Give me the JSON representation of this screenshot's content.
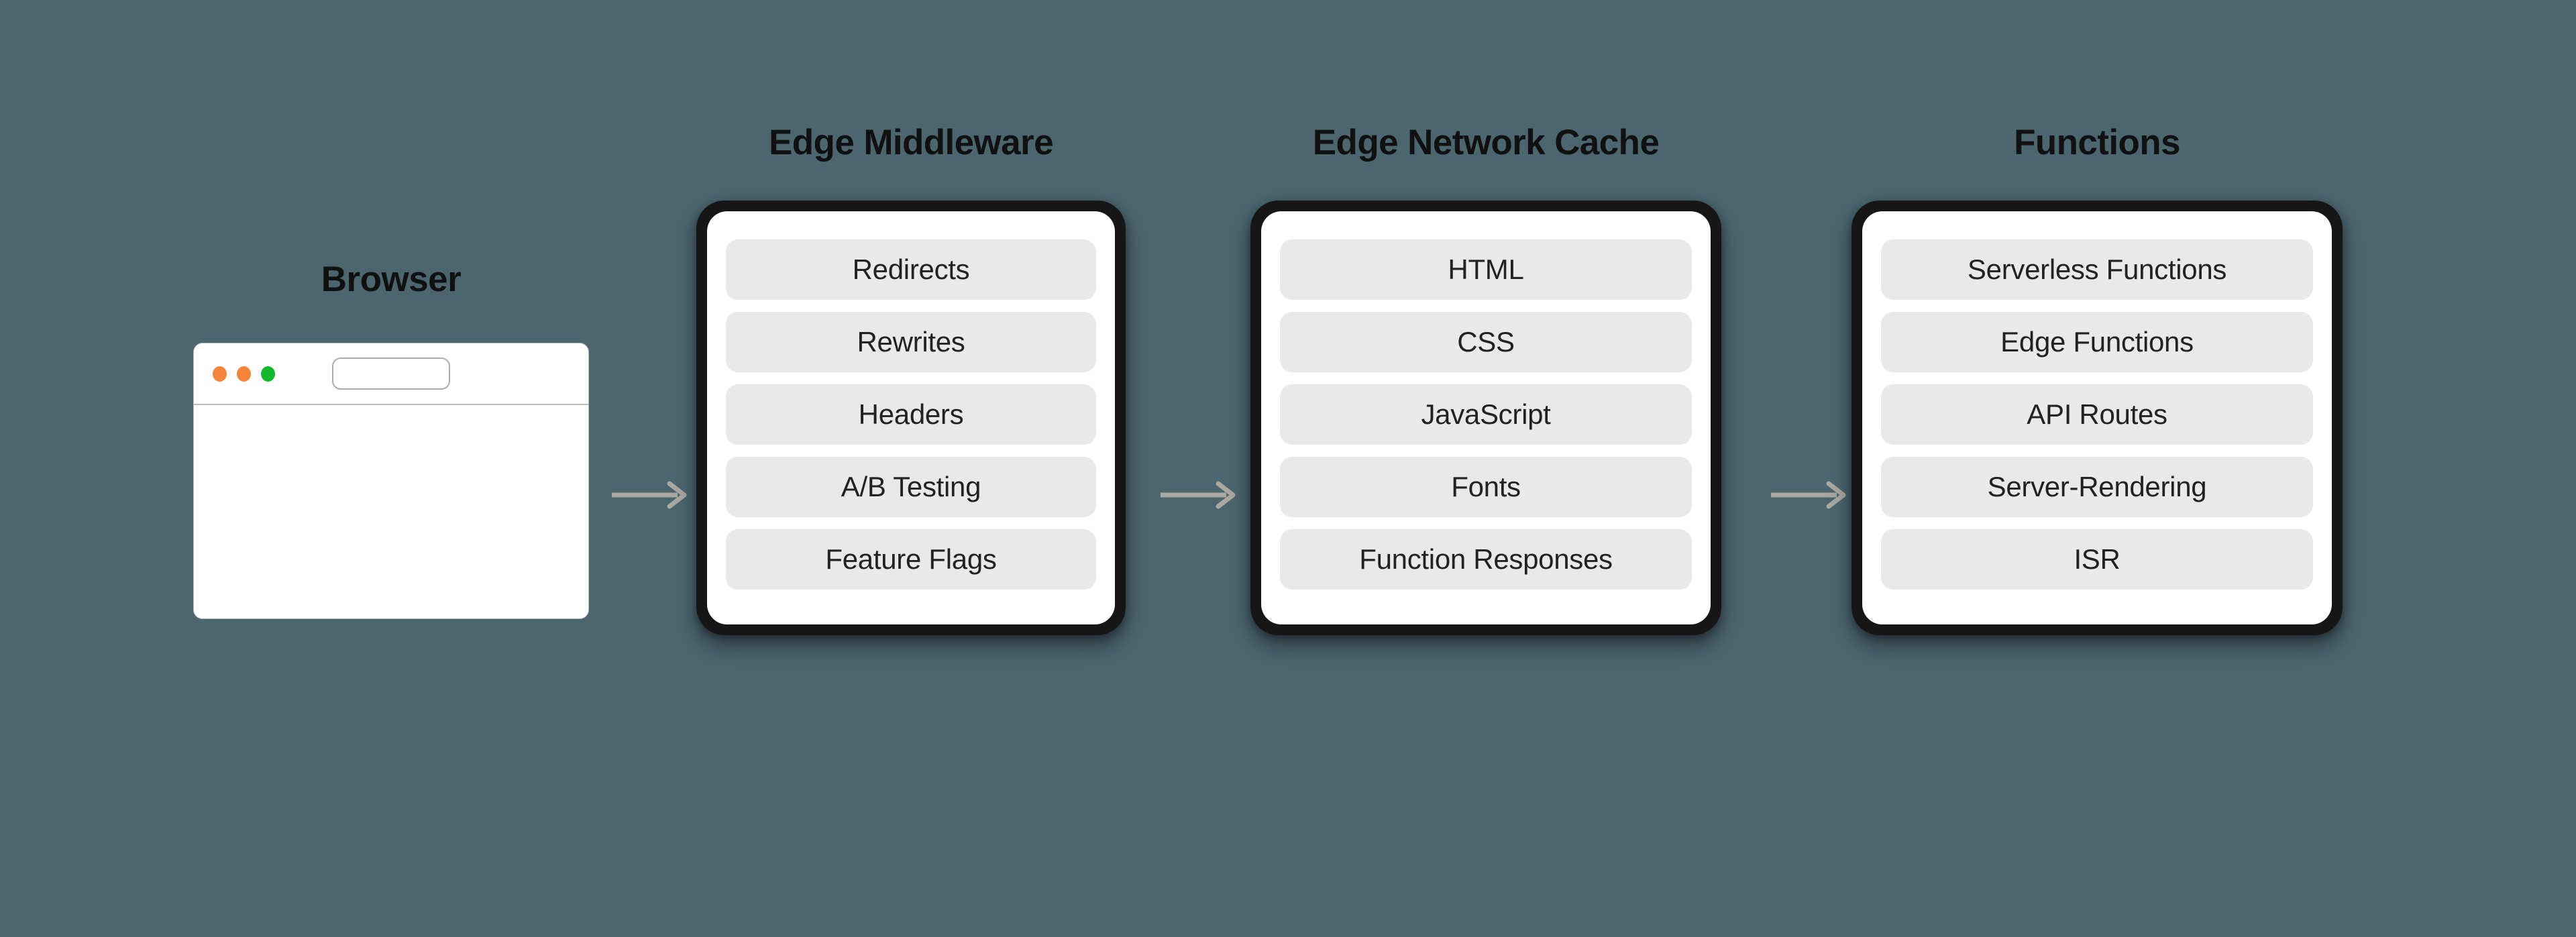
{
  "theme": {
    "background": "#4c6670",
    "card_frame": "#161616",
    "card_inner": "#ffffff",
    "pill": "#e9e9e9",
    "text": "#111111",
    "arrow": "#a9a9a1"
  },
  "browser": {
    "title": "Browser",
    "dots": [
      "red-dot",
      "yellow-dot",
      "green-dot"
    ],
    "url_bar_value": ""
  },
  "arrows": [
    {
      "name": "arrow-browser-to-middleware",
      "icon": "arrow-right-icon"
    },
    {
      "name": "arrow-middleware-to-cache",
      "icon": "arrow-right-icon"
    },
    {
      "name": "arrow-cache-to-functions",
      "icon": "arrow-right-icon"
    }
  ],
  "stages": [
    {
      "id": "middleware",
      "title": "Edge Middleware",
      "items": [
        "Redirects",
        "Rewrites",
        "Headers",
        "A/B Testing",
        "Feature Flags"
      ]
    },
    {
      "id": "cache",
      "title": "Edge Network Cache",
      "items": [
        "HTML",
        "CSS",
        "JavaScript",
        "Fonts",
        "Function Responses"
      ]
    },
    {
      "id": "functions",
      "title": "Functions",
      "items": [
        "Serverless Functions",
        "Edge Functions",
        "API Routes",
        "Server-Rendering",
        "ISR"
      ]
    }
  ]
}
